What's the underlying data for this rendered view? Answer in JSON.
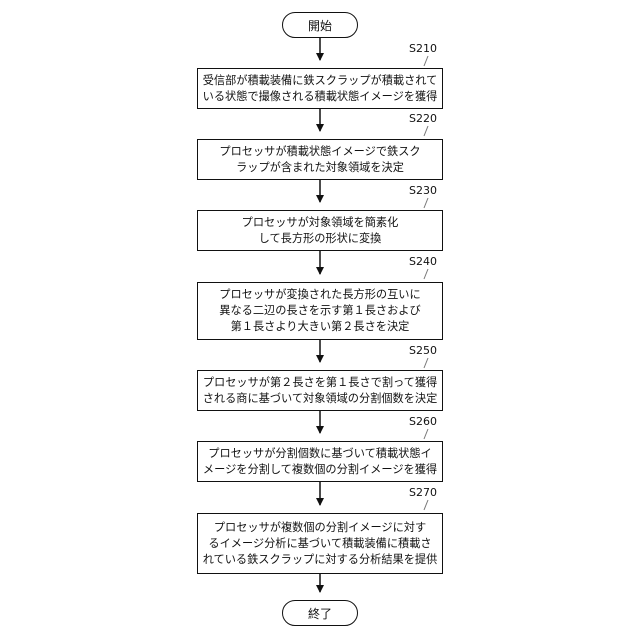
{
  "start": "開始",
  "end": "終了",
  "steps": [
    {
      "id": "S210",
      "lines": [
        "受信部が積載装備に鉄スクラップが積載されて",
        "いる状態で撮像される積載状態イメージを獲得"
      ]
    },
    {
      "id": "S220",
      "lines": [
        "プロセッサが積載状態イメージで鉄スク",
        "ラップが含まれた対象領域を決定"
      ]
    },
    {
      "id": "S230",
      "lines": [
        "プロセッサが対象領域を簡素化",
        "して長方形の形状に変換"
      ]
    },
    {
      "id": "S240",
      "lines": [
        "プロセッサが変換された長方形の互いに",
        "異なる二辺の長さを示す第１長さおよび",
        "第１長さより大きい第２長さを決定"
      ]
    },
    {
      "id": "S250",
      "lines": [
        "プロセッサが第２長さを第１長さで割って獲得",
        "される商に基づいて対象領域の分割個数を決定"
      ]
    },
    {
      "id": "S260",
      "lines": [
        "プロセッサが分割個数に基づいて積載状態イ",
        "メージを分割して複数個の分割イメージを獲得"
      ]
    },
    {
      "id": "S270",
      "lines": [
        "プロセッサが複数個の分割イメージに対す",
        "るイメージ分析に基づいて積載装備に積載さ",
        "れている鉄スクラップに対する分析結果を提供"
      ]
    }
  ]
}
